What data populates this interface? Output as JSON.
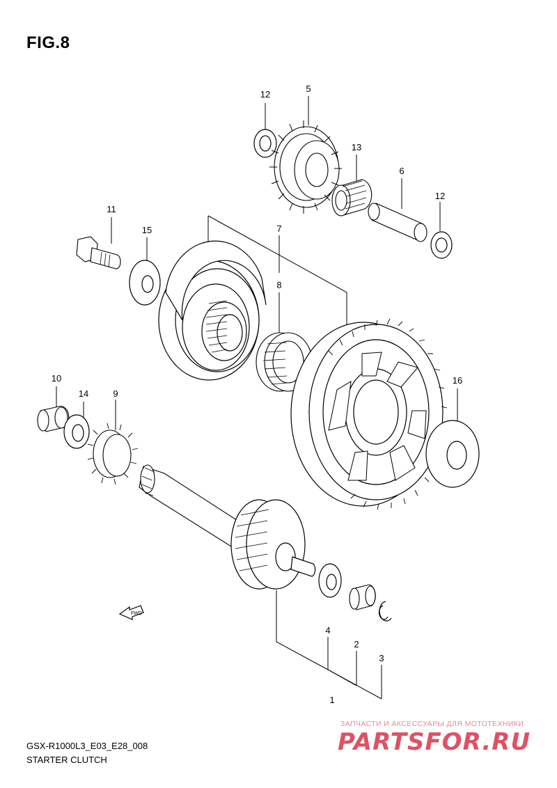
{
  "figure": {
    "title": "FIG.8"
  },
  "parts": [
    {
      "callout": "1"
    },
    {
      "callout": "2"
    },
    {
      "callout": "3"
    },
    {
      "callout": "4"
    },
    {
      "callout": "5"
    },
    {
      "callout": "6"
    },
    {
      "callout": "7"
    },
    {
      "callout": "8"
    },
    {
      "callout": "9"
    },
    {
      "callout": "10"
    },
    {
      "callout": "11"
    },
    {
      "callout": "12"
    },
    {
      "callout": "12"
    },
    {
      "callout": "13"
    },
    {
      "callout": "14"
    },
    {
      "callout": "15"
    },
    {
      "callout": "16"
    }
  ],
  "direction_marker": {
    "label": "FWD",
    "icon": "arrow-left-icon"
  },
  "footer": {
    "model_code": "GSX-R1000L3_E03_E28_008",
    "diagram_title": "STARTER CLUTCH"
  },
  "watermark": {
    "tagline": "ЗАПЧАСТИ И АКСЕССУАРЫ ДЛЯ МОТОТЕХНИКИ",
    "logo_text": "PARTSFOR.RU",
    "color": "#d93448"
  }
}
